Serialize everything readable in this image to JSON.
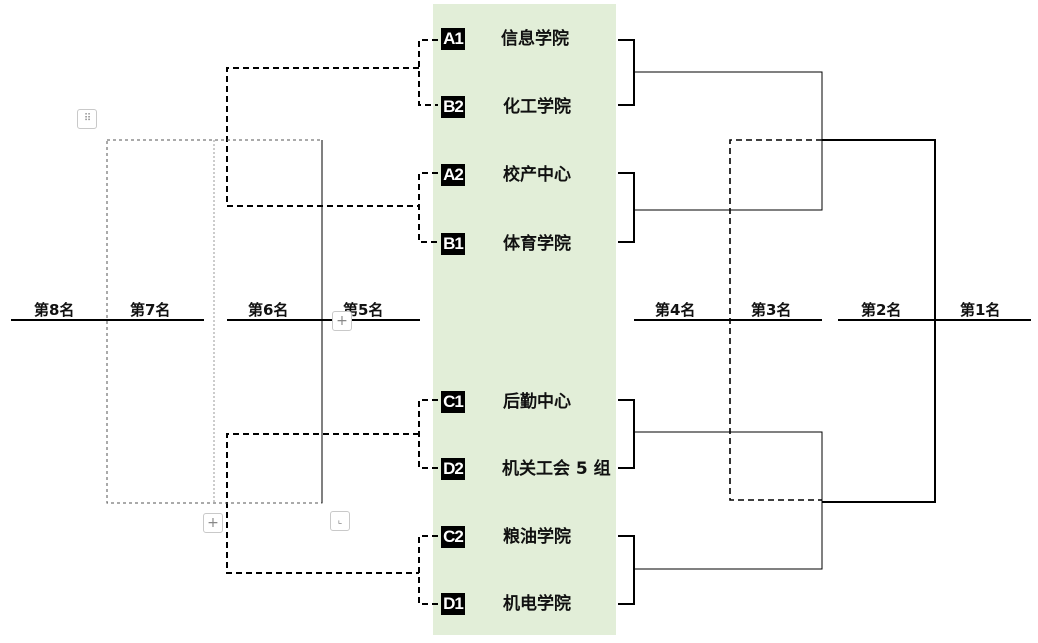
{
  "teams": [
    {
      "seed": "A1",
      "name": "信息学院"
    },
    {
      "seed": "B2",
      "name": "化工学院"
    },
    {
      "seed": "A2",
      "name": "校产中心"
    },
    {
      "seed": "B1",
      "name": "体育学院"
    },
    {
      "seed": "C1",
      "name": "后勤中心"
    },
    {
      "seed": "D2",
      "name": "机关工会 5 组"
    },
    {
      "seed": "C2",
      "name": "粮油学院"
    },
    {
      "seed": "D1",
      "name": "机电学院"
    }
  ],
  "ranks": {
    "r8": "第8名",
    "r7": "第7名",
    "r6": "第6名",
    "r5": "第5名",
    "r4": "第4名",
    "r3": "第3名",
    "r2": "第2名",
    "r1": "第1名"
  },
  "controls": {
    "plus": "+",
    "dots": "⠿",
    "resize": "⌞"
  },
  "colors": {
    "panel": "#e2eed8",
    "line": "#000000"
  }
}
